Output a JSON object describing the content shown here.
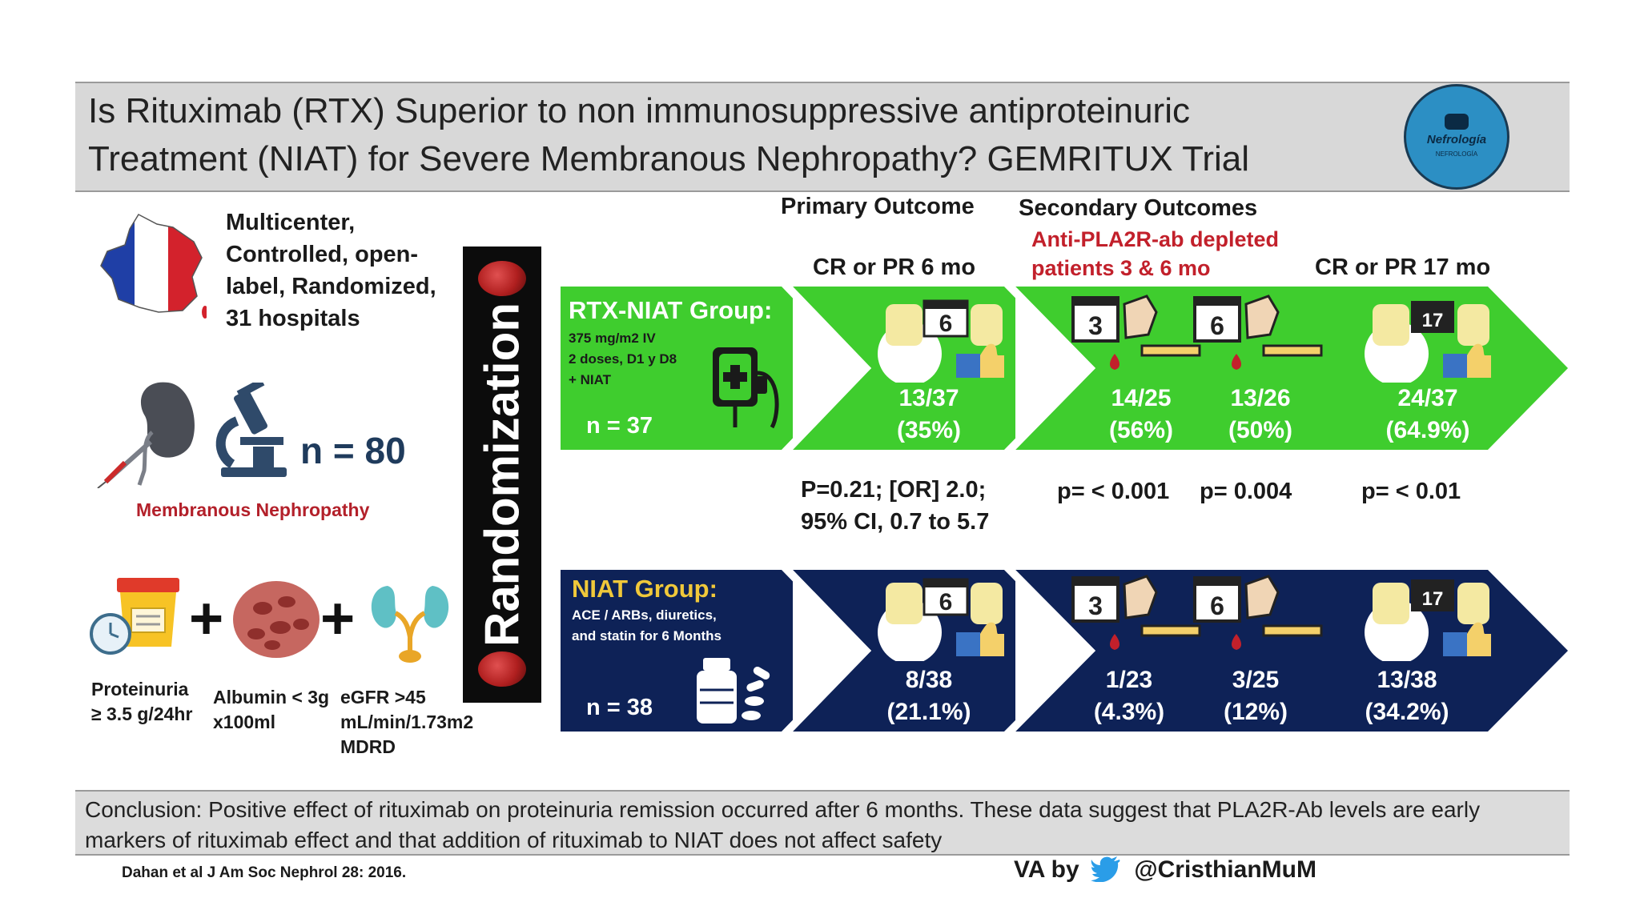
{
  "title": {
    "line1": "Is Rituximab (RTX) Superior to non immunosuppressive antiproteinuric",
    "line2": "Treatment (NIAT) for Severe Membranous Nephropathy? GEMRITUX Trial"
  },
  "logo": {
    "name": "Nefrología",
    "sub": "NEFROLOGÍA"
  },
  "design": {
    "lines": [
      "Multicenter,",
      "Controlled, open-",
      "label, Randomized,",
      "31 hospitals"
    ],
    "n_total": "n = 80",
    "population_label": "Membranous Nephropathy"
  },
  "criteria": {
    "proteinuria": [
      "Proteinuria",
      "≥ 3.5 g/24hr"
    ],
    "albumin": [
      "Albumin < 3g",
      "x100ml"
    ],
    "egfr": [
      "eGFR >45",
      "mL/min/1.73m2",
      "MDRD"
    ]
  },
  "randomization_label": "Randomization",
  "outcomes": {
    "primary_header": "Primary Outcome",
    "secondary_header": "Secondary Outcomes",
    "pla2r_header": [
      "Anti-PLA2R-ab  depleted",
      "patients 3 & 6 mo"
    ],
    "cr_pr_6": "CR or PR 6 mo",
    "cr_pr_17": "CR or PR 17 mo"
  },
  "rtx_group": {
    "title": "RTX-NIAT Group:",
    "desc": [
      "375 mg/m2 IV",
      "2 doses, D1 y D8",
      "+ NIAT"
    ],
    "n": "n = 37",
    "primary": [
      "13/37",
      "(35%)"
    ],
    "pla2r_3": [
      "14/25",
      "(56%)"
    ],
    "pla2r_6": [
      "13/26",
      "(50%)"
    ],
    "cr_17": [
      "24/37",
      "(64.9%)"
    ],
    "color": "#3fcd2e"
  },
  "niat_group": {
    "title": "NIAT Group:",
    "desc": [
      "ACE / ARBs,  diuretics,",
      "and statin for 6 Months"
    ],
    "n": "n = 38",
    "primary": [
      "8/38",
      "(21.1%)"
    ],
    "pla2r_3": [
      "1/23",
      "(4.3%)"
    ],
    "pla2r_6": [
      "3/25",
      "(12%)"
    ],
    "cr_17": [
      "13/38",
      "(34.2%)"
    ],
    "color": "#0e2257"
  },
  "stats": {
    "primary": [
      "P=0.21; [OR] 2.0;",
      "95% CI, 0.7 to 5.7"
    ],
    "pla2r_3": "p= < 0.001",
    "pla2r_6": "p=  0.004",
    "cr_17": "p= < 0.01"
  },
  "calendar_labels": {
    "three": "3",
    "six": "6",
    "seventeen": "17"
  },
  "conclusion": "Conclusion: Positive effect of rituximab on proteinuria remission occurred after 6 months. These data suggest that PLA2R-Ab levels are early markers of rituximab effect and that addition of rituximab to NIAT does not affect safety",
  "citation": "Dahan et al J Am Soc Nephrol 28: 2016.",
  "credit": {
    "prefix": "VA by",
    "handle": "@CristhianMuM"
  }
}
